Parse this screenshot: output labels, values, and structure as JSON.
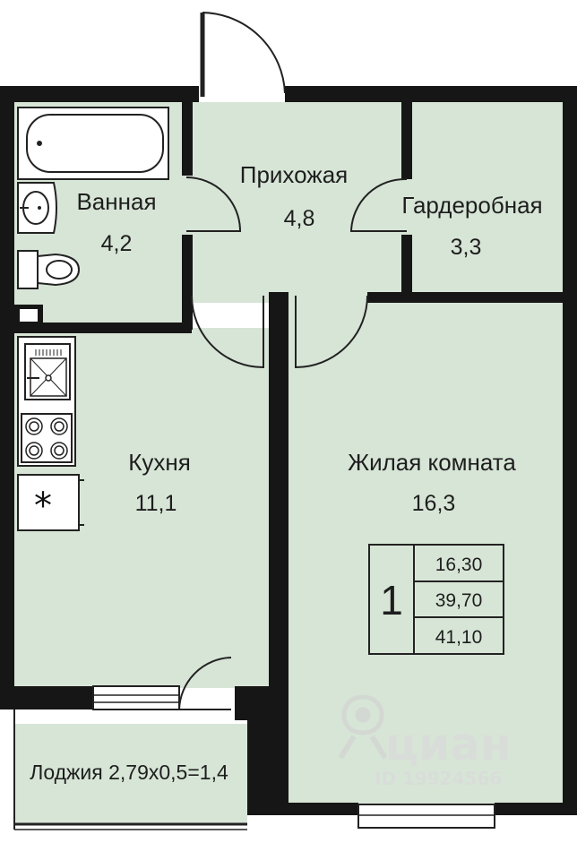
{
  "colors": {
    "floor": "#d7e5d6",
    "wall": "#161616",
    "fixture_fill": "#ffffff",
    "line": "#222222"
  },
  "rooms": {
    "bathroom": {
      "name": "Ванная",
      "area": "4,2"
    },
    "hallway": {
      "name": "Прихожая",
      "area": "4,8"
    },
    "wardrobe": {
      "name": "Гардеробная",
      "area": "3,3"
    },
    "kitchen": {
      "name": "Кухня",
      "area": "11,1"
    },
    "living": {
      "name": "Жилая комната",
      "area": "16,3"
    },
    "loggia": {
      "name": "Лоджия 2,79х0,5=1,4"
    }
  },
  "summary": {
    "rooms_count": "1",
    "values": [
      "16,30",
      "39,70",
      "41,10"
    ]
  },
  "stove_symbol": "*",
  "watermark": {
    "brand": "циан",
    "id": "ID 19924566"
  },
  "icons": [
    "location-pin-icon"
  ]
}
